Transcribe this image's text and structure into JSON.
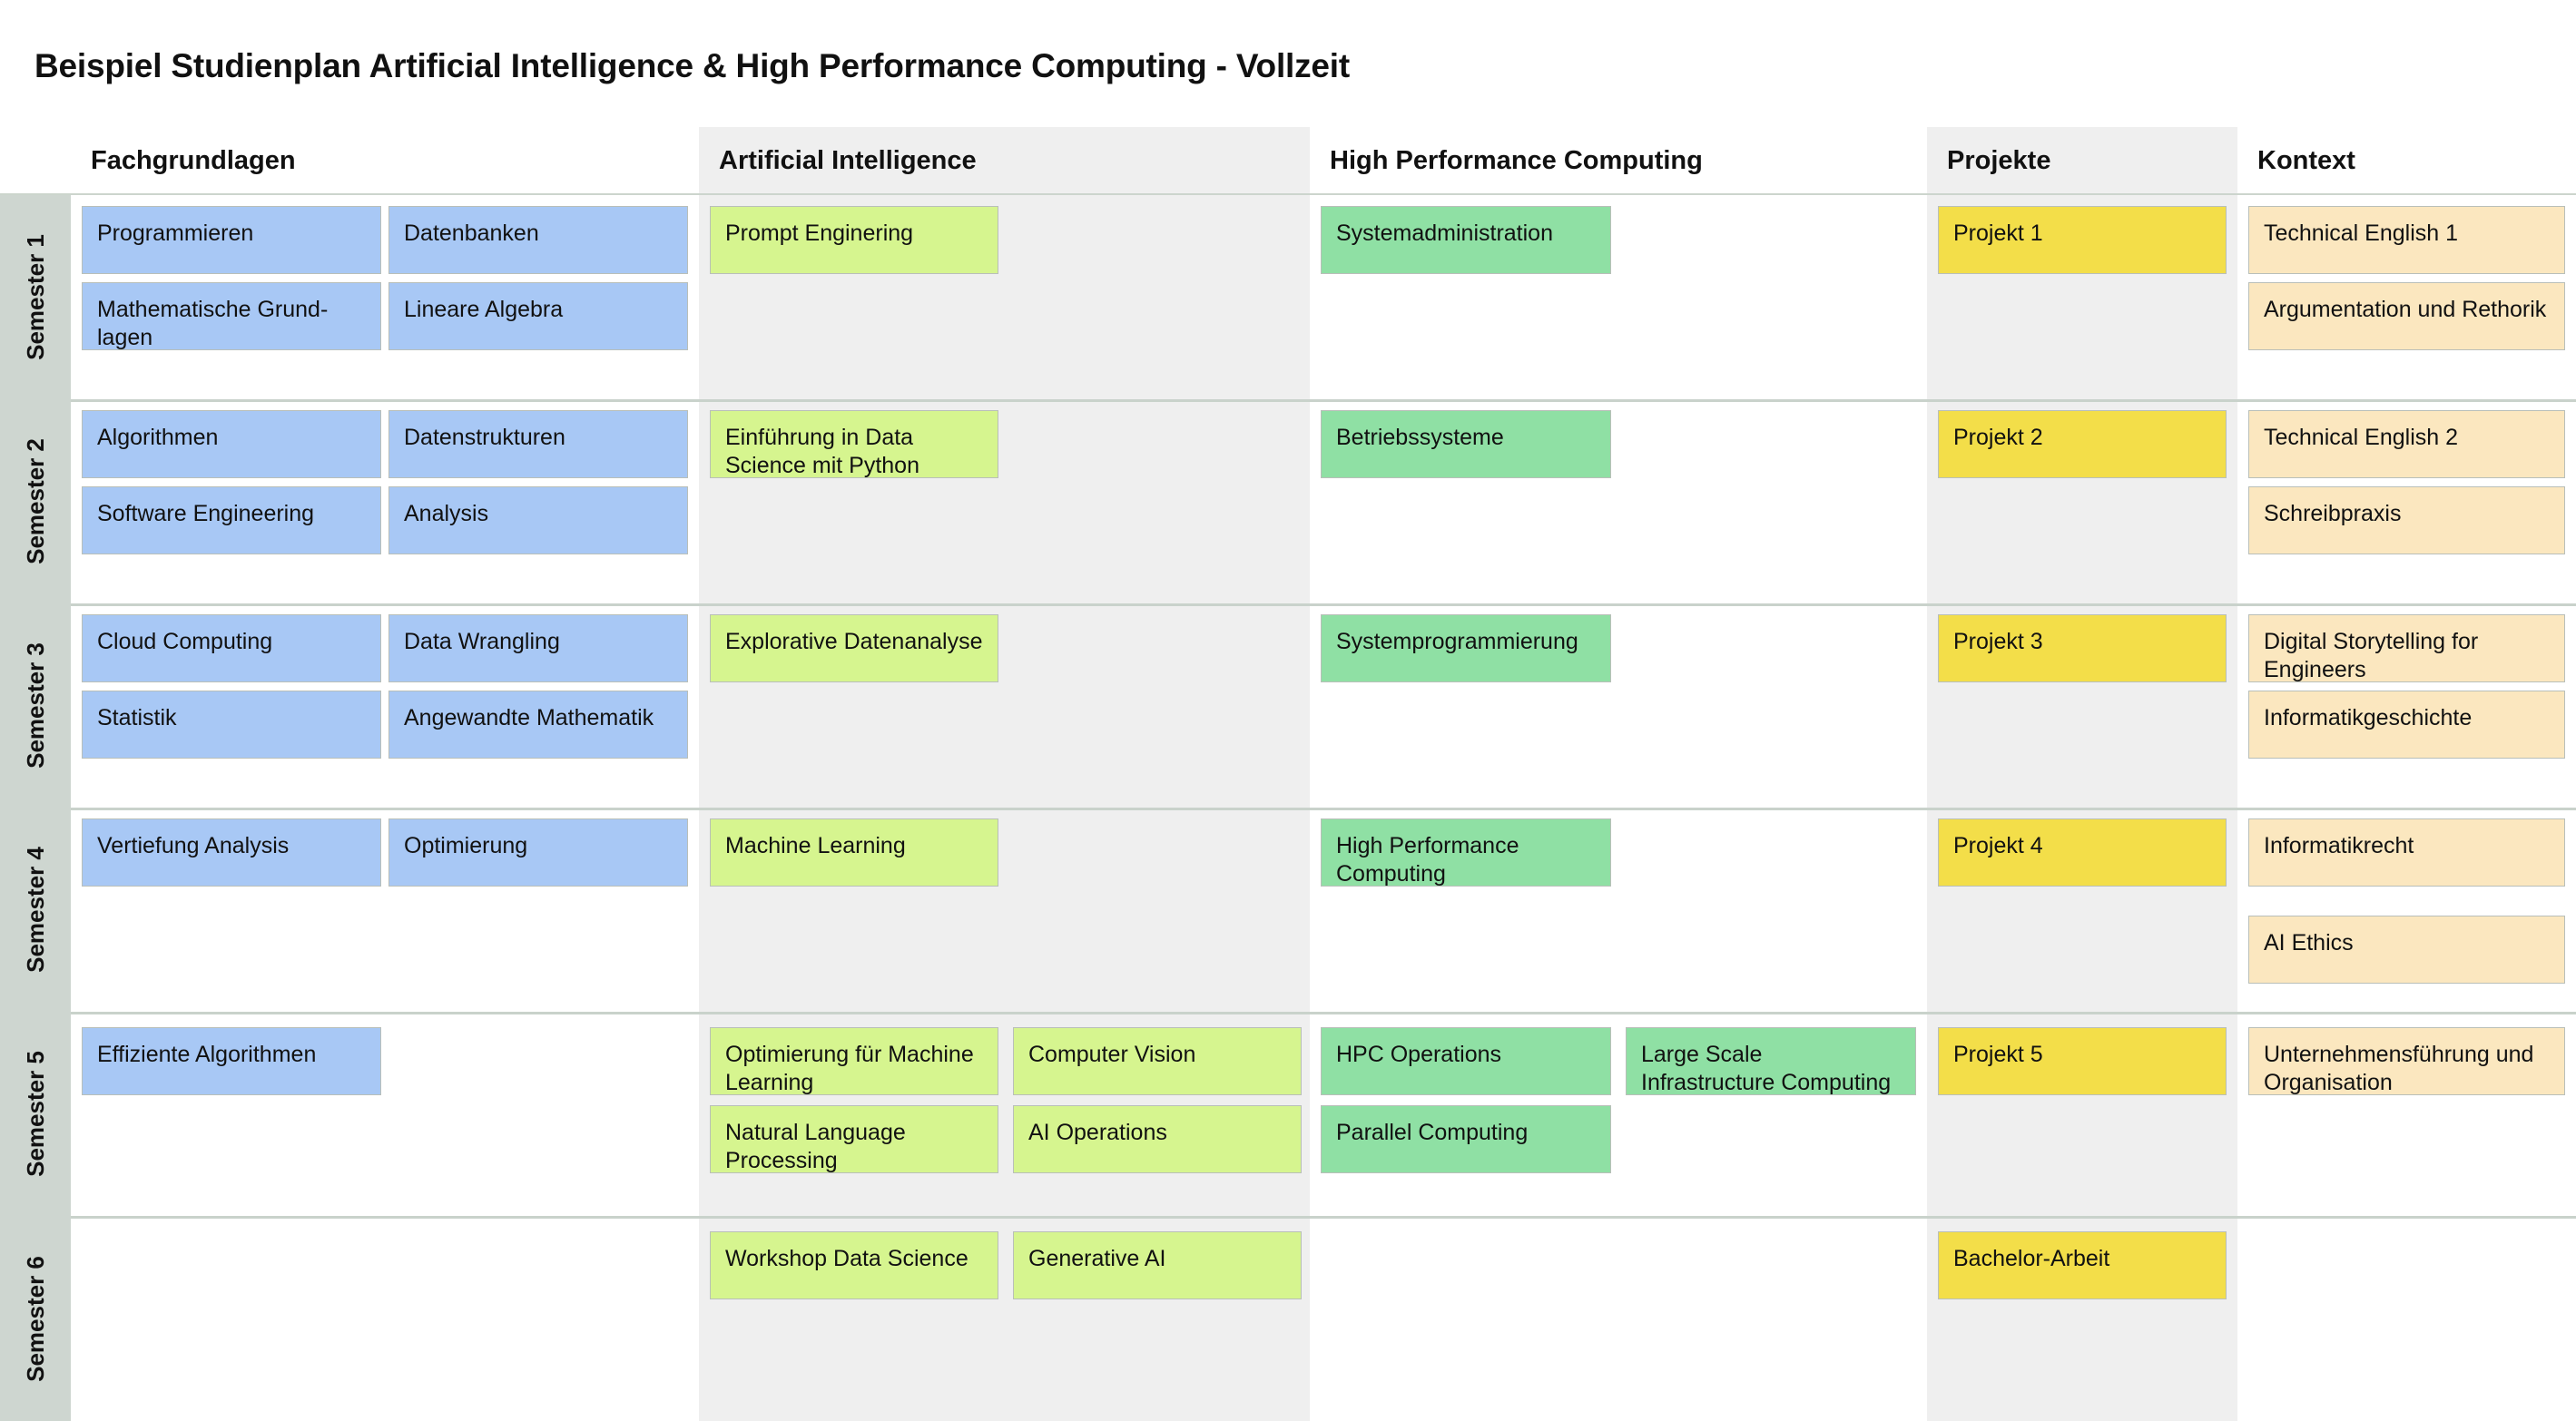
{
  "page": {
    "title": "Beispiel Studienplan Artificial Intelligence & High Performance Computing - Vollzeit"
  },
  "colors": {
    "fachgrundlagen": "#a8c8f5",
    "artificial_intelligence": "#d6f58f",
    "high_performance_computing": "#8fe0a4",
    "projekte": "#f3de49",
    "kontext": "#fbe7bf",
    "rail": "#ced6d0",
    "column_shade": "#efefef",
    "rule": "#c9d2cb"
  },
  "columns": [
    {
      "id": "fachgrundlagen",
      "label": "Fachgrundlagen",
      "shaded": false
    },
    {
      "id": "artificial-intelligence",
      "label": "Artificial Intelligence",
      "shaded": true
    },
    {
      "id": "high-performance-computing",
      "label": "High Performance Computing",
      "shaded": false
    },
    {
      "id": "projekte",
      "label": "Projekte",
      "shaded": true
    },
    {
      "id": "kontext",
      "label": "Kontext",
      "shaded": false
    }
  ],
  "semesters": [
    {
      "id": "semester-1",
      "label": "Semester 1"
    },
    {
      "id": "semester-2",
      "label": "Semester 2"
    },
    {
      "id": "semester-3",
      "label": "Semester 3"
    },
    {
      "id": "semester-4",
      "label": "Semester 4"
    },
    {
      "id": "semester-5",
      "label": "Semester 5"
    },
    {
      "id": "semester-6",
      "label": "Semester 6"
    }
  ],
  "cards": {
    "s1_fg_1": "Programmieren",
    "s1_fg_2": "Datenbanken",
    "s1_fg_3": "Mathematische Grund-lagen",
    "s1_fg_4": "Lineare Algebra",
    "s1_ai_1": "Prompt Enginering",
    "s1_hpc_1": "Systemadministration",
    "s1_pr_1": "Projekt 1",
    "s1_kx_1": "Technical English 1",
    "s1_kx_2": "Argumentation und Rethorik",
    "s2_fg_1": "Algorithmen",
    "s2_fg_2": "Datenstrukturen",
    "s2_fg_3": "Software Engineering",
    "s2_fg_4": "Analysis",
    "s2_ai_1": "Einführung in Data Science mit Python",
    "s2_hpc_1": "Betriebssysteme",
    "s2_pr_1": "Projekt 2",
    "s2_kx_1": "Technical English 2",
    "s2_kx_2": "Schreibpraxis",
    "s3_fg_1": "Cloud Computing",
    "s3_fg_2": "Data Wrangling",
    "s3_fg_3": "Statistik",
    "s3_fg_4": "Angewandte Mathematik",
    "s3_ai_1": "Explorative Datenanalyse",
    "s3_hpc_1": "Systemprogrammierung",
    "s3_pr_1": "Projekt 3",
    "s3_kx_1": "Digital Storytelling for Engineers",
    "s3_kx_2": "Informatikgeschichte",
    "s4_fg_1": "Vertiefung Analysis",
    "s4_fg_2": "Optimierung",
    "s4_ai_1": "Machine Learning",
    "s4_hpc_1": "High Performance Computing",
    "s4_pr_1": "Projekt 4",
    "s4_kx_1": "Informatikrecht",
    "s4_kx_2": "AI Ethics",
    "s5_fg_1": "Effiziente Algorithmen",
    "s5_ai_1": "Optimierung für Machine Learning",
    "s5_ai_2": "Computer Vision",
    "s5_ai_3": "Natural Language Processing",
    "s5_ai_4": "AI Operations",
    "s5_hpc_1": "HPC Operations",
    "s5_hpc_2": "Large Scale Infrastructure Computing",
    "s5_hpc_3": "Parallel Computing",
    "s5_pr_1": "Projekt 5",
    "s5_kx_1": "Unternehmensführung und Organisation",
    "s6_ai_1": "Workshop Data Science",
    "s6_ai_2": "Generative AI",
    "s6_pr_1": "Bachelor-Arbeit"
  }
}
